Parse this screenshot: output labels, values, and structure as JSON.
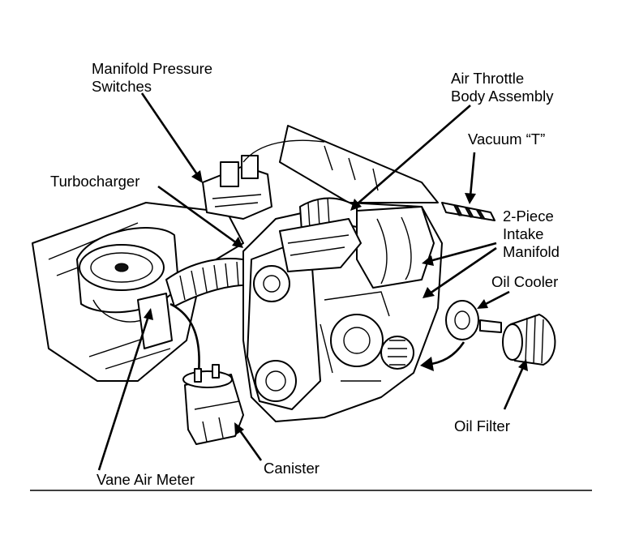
{
  "labels": {
    "manifold_pressure_switches": [
      "Manifold Pressure",
      "Switches"
    ],
    "air_throttle_body": [
      "Air Throttle",
      "Body Assembly"
    ],
    "vacuum_t": "Vacuum “T”",
    "turbocharger": "Turbocharger",
    "intake_manifold": [
      "2-Piece",
      "Intake",
      "Manifold"
    ],
    "oil_cooler": "Oil Cooler",
    "oil_filter": "Oil Filter",
    "canister": "Canister",
    "vane_air_meter": "Vane Air Meter"
  },
  "icons": {
    "engine": "engine-illustration",
    "air_cleaner": "air-cleaner-illustration",
    "canister": "canister-illustration",
    "oil_filter": "oil-filter-illustration"
  }
}
